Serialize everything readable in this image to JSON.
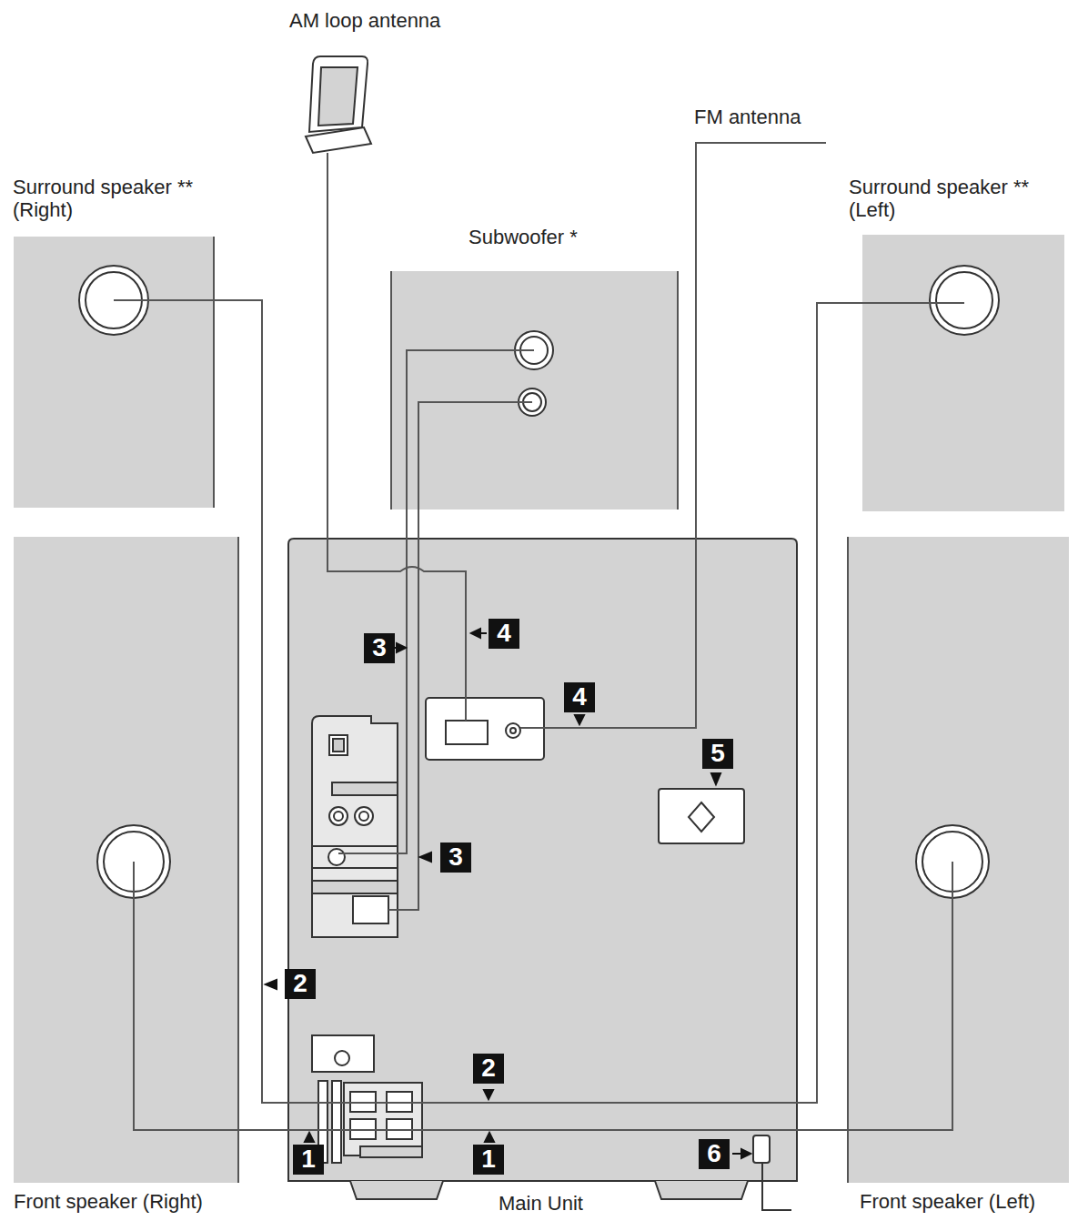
{
  "diagram": {
    "nodes": [
      {
        "text": [
          "AM loop antenna"
        ]
      },
      {
        "text": [
          "Surround speaker ** (Right)"
        ]
      },
      {
        "text": [
          "Subwoofer *"
        ]
      },
      {
        "text": [
          "Surround speaker ** (Left)"
        ]
      },
      {
        "text": [
          "Front speaker (Right)"
        ]
      },
      {
        "text": [
          "Main Unit"
        ]
      },
      {
        "text": [
          "Front speaker (Left)"
        ]
      }
    ],
    "edges": [
      {
        "from": 0,
        "to": 5,
        "arrow": "none"
      },
      {
        "from": 1,
        "to": 5,
        "arrow": "none"
      },
      {
        "from": 2,
        "to": 5,
        "arrow": "none"
      },
      {
        "from": 2,
        "to": 5,
        "arrow": "none"
      },
      {
        "from": 3,
        "to": 5,
        "arrow": "none"
      },
      {
        "from": 4,
        "to": 5,
        "arrow": "none"
      },
      {
        "from": 6,
        "to": 5,
        "arrow": "none"
      }
    ],
    "labels": [
      "FM antenna",
      "3",
      "4",
      "4",
      "5",
      "3",
      "2",
      "2",
      "1",
      "1",
      "6"
    ]
  }
}
